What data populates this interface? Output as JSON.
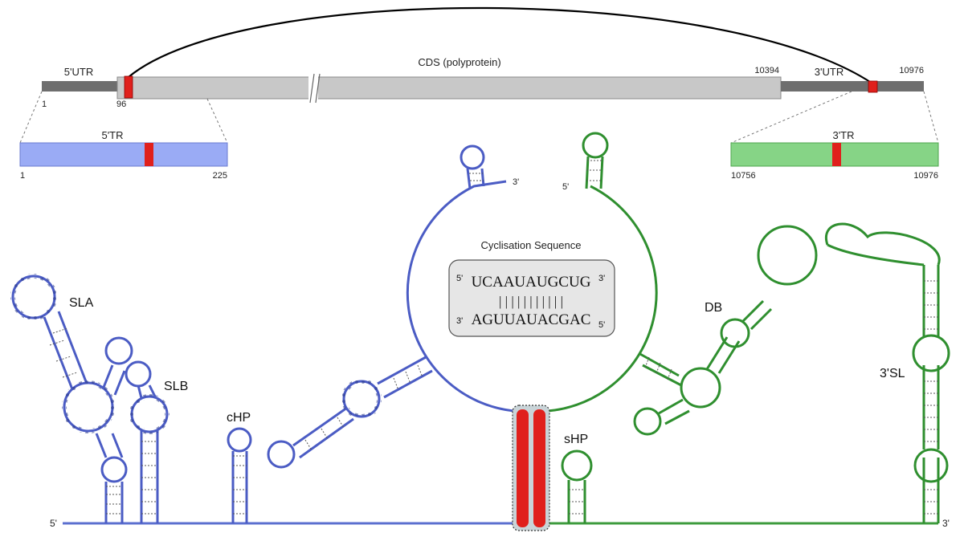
{
  "genome": {
    "label_5utr": "5'UTR",
    "label_cds": "CDS (polyprotein)",
    "label_3utr": "3'UTR",
    "pos_1": "1",
    "pos_96": "96",
    "pos_10394": "10394",
    "pos_10976": "10976"
  },
  "tr5": {
    "label": "5'TR",
    "start": "1",
    "end": "225"
  },
  "tr3": {
    "label": "3'TR",
    "start": "10756",
    "end": "10976"
  },
  "cyclisation": {
    "title": "Cyclisation Sequence",
    "top_strand": "UCAAUAUGCUG",
    "bottom_strand": "AGUUAUACGAC",
    "pairs": "| | | | | | | | | | |",
    "five_prime": "5'",
    "three_prime": "3'"
  },
  "structures": {
    "sla": "SLA",
    "slb": "SLB",
    "chp": "cHP",
    "db": "DB",
    "shp": "sHP",
    "sl3": "3'SL",
    "end_5": "5'",
    "end_3": "3'",
    "blue_3": "3'",
    "green_5": "5'"
  },
  "colors": {
    "blue": "#5b6fcf",
    "blue_light": "#9aabf5",
    "green": "#3d9b3d",
    "green_light": "#86d486",
    "red": "#e0201c",
    "grey_dark": "#6e6e6e",
    "grey_light": "#c8c8c8"
  }
}
